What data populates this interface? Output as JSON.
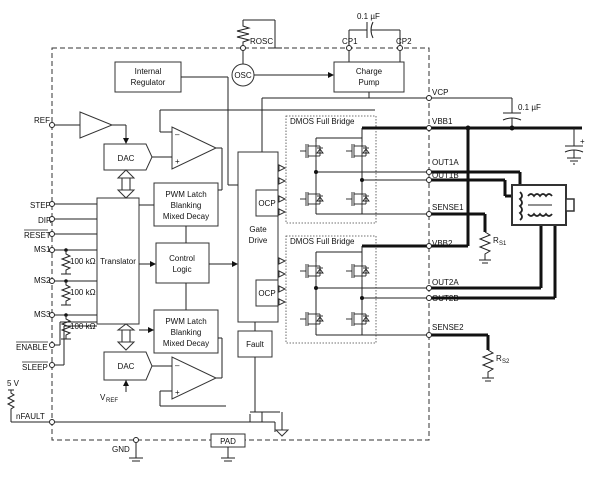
{
  "labels": {
    "cap_top": "0.1 µF",
    "cap_vcp": "0.1 µF",
    "rosc": "ROSC",
    "cp1": "CP1",
    "cp2": "CP2",
    "internal_regulator": [
      "Internal",
      "Regulator"
    ],
    "osc": "OSC",
    "charge_pump": [
      "Charge",
      "Pump"
    ],
    "vcp": "VCP",
    "ref": "REF",
    "dac": "DAC",
    "pwm_latch": [
      "PWM Latch",
      "Blanking",
      "Mixed Decay"
    ],
    "control_logic": [
      "Control",
      "Logic"
    ],
    "translator": "Translator",
    "gate_drive": [
      "Gate",
      "Drive"
    ],
    "ocp": "OCP",
    "fault": "Fault",
    "dmos_bridge": "DMOS Full Bridge",
    "step": "STEP",
    "dir": "DIR",
    "reset": "RESET",
    "ms1": "MS1",
    "ms2": "MS2",
    "ms3": "MS3",
    "enable": "ENABLE",
    "sleep": "SLEEP",
    "r100k": "100 kΩ",
    "vref": "V",
    "vref_sub": "REF",
    "v5": "5 V",
    "nfault": "nFAULT",
    "gnd": "GND",
    "pad": "PAD",
    "vbb1": "VBB1",
    "out1a": "OUT1A",
    "out1b": "OUT1B",
    "sense1": "SENSE1",
    "vbb2": "VBB2",
    "out2a": "OUT2A",
    "out2b": "OUT2B",
    "sense2": "SENSE2",
    "r": "R",
    "rs1_sub": "S1",
    "rs2_sub": "S2",
    "plus": "+"
  }
}
